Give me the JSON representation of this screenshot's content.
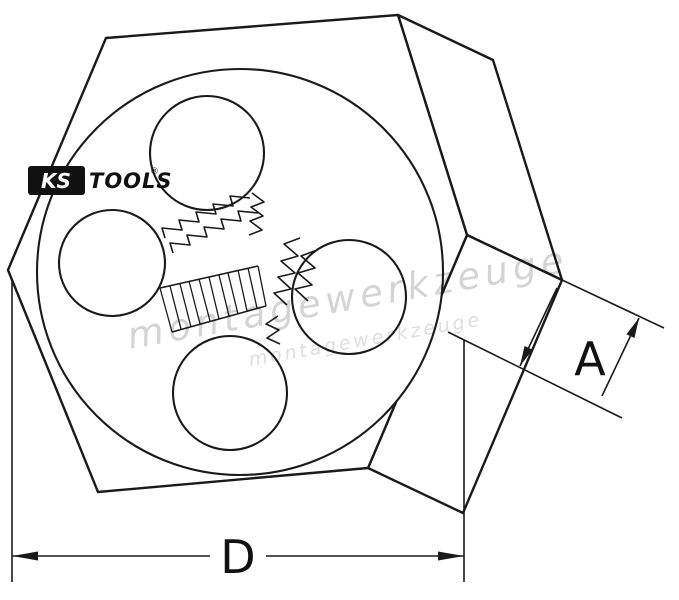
{
  "logo": {
    "ks": "KS",
    "tools": "TOOLS",
    "registered": "®"
  },
  "watermark": {
    "text": "montagewerkzeuge"
  },
  "dimensions": {
    "outer_diameter_label": "D",
    "thickness_label": "A"
  },
  "colors": {
    "line": "#1a1a1a",
    "watermark": "#c9c9c9",
    "background": "#ffffff",
    "logo_black": "#111111"
  }
}
